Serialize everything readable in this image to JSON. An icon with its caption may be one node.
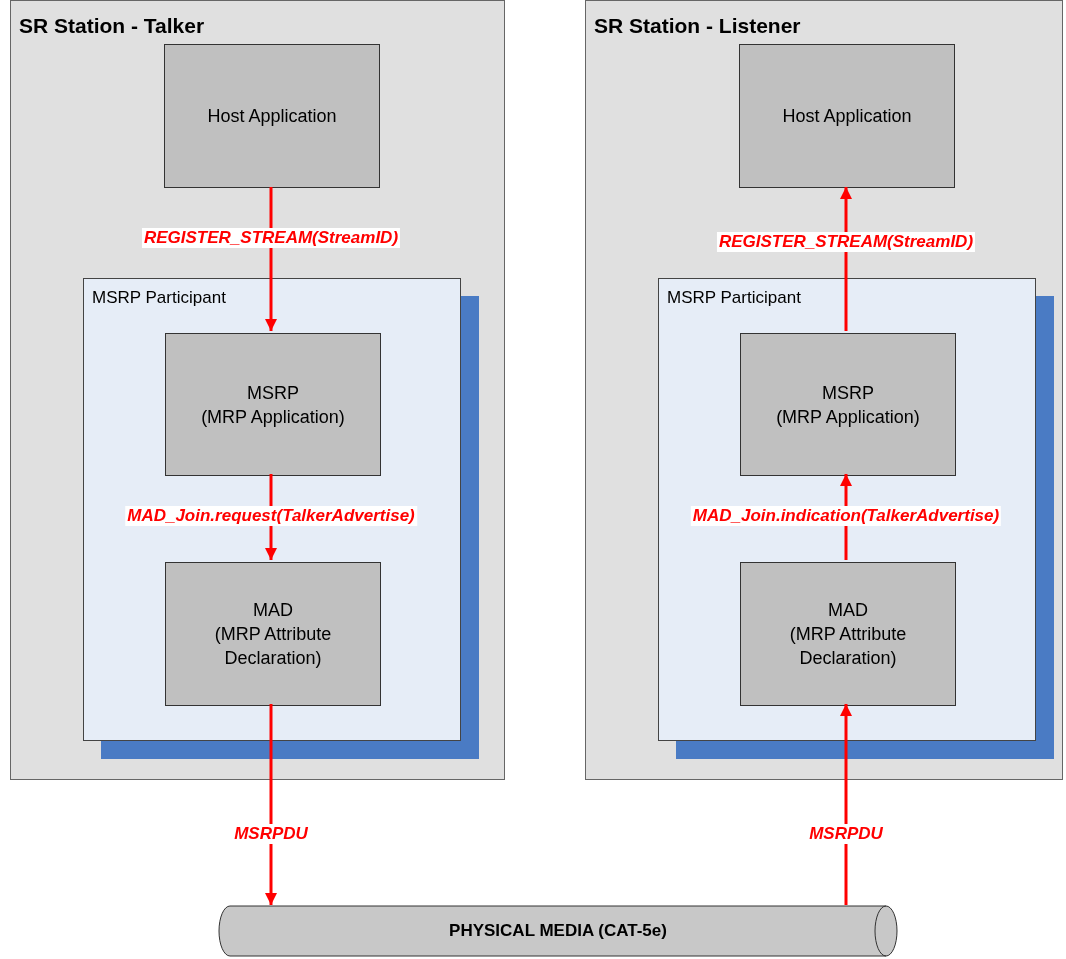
{
  "diagram": {
    "nodes": [
      {
        "text": [
          "SR Station - Talker"
        ]
      },
      {
        "text": [
          "Host Application"
        ],
        "in": 0
      },
      {
        "text": [
          "MSRP Participant"
        ],
        "in": 0
      },
      {
        "text": [
          "MSRP",
          "(MRP Application)"
        ],
        "in": 2
      },
      {
        "text": [
          "MAD",
          "(MRP Attribute Declaration)"
        ],
        "in": 2
      },
      {
        "text": [
          "SR Station - Listener"
        ]
      },
      {
        "text": [
          "Host Application"
        ],
        "in": 5
      },
      {
        "text": [
          "MSRP Participant"
        ],
        "in": 5
      },
      {
        "text": [
          "MSRP",
          "(MRP Application)"
        ],
        "in": 7
      },
      {
        "text": [
          "MAD",
          "(MRP Attribute Declaration)"
        ],
        "in": 7
      },
      {
        "text": [
          "PHYSICAL MEDIA (CAT-5e)"
        ]
      }
    ],
    "edges": [
      {
        "from": 1,
        "to": 3,
        "arrow": "to",
        "label": "REGISTER_STREAM(StreamID)"
      },
      {
        "from": 3,
        "to": 4,
        "arrow": "to",
        "label": "MAD_Join.request(TalkerAdvertise)"
      },
      {
        "from": 4,
        "to": 10,
        "arrow": "to",
        "label": "MSRPDU"
      },
      {
        "from": 8,
        "to": 6,
        "arrow": "to",
        "label": "REGISTER_STREAM(StreamID)"
      },
      {
        "from": 9,
        "to": 8,
        "arrow": "to",
        "label": "MAD_Join.indication(TalkerAdvertise)"
      },
      {
        "from": 10,
        "to": 9,
        "arrow": "to",
        "label": "MSRPDU"
      }
    ]
  }
}
